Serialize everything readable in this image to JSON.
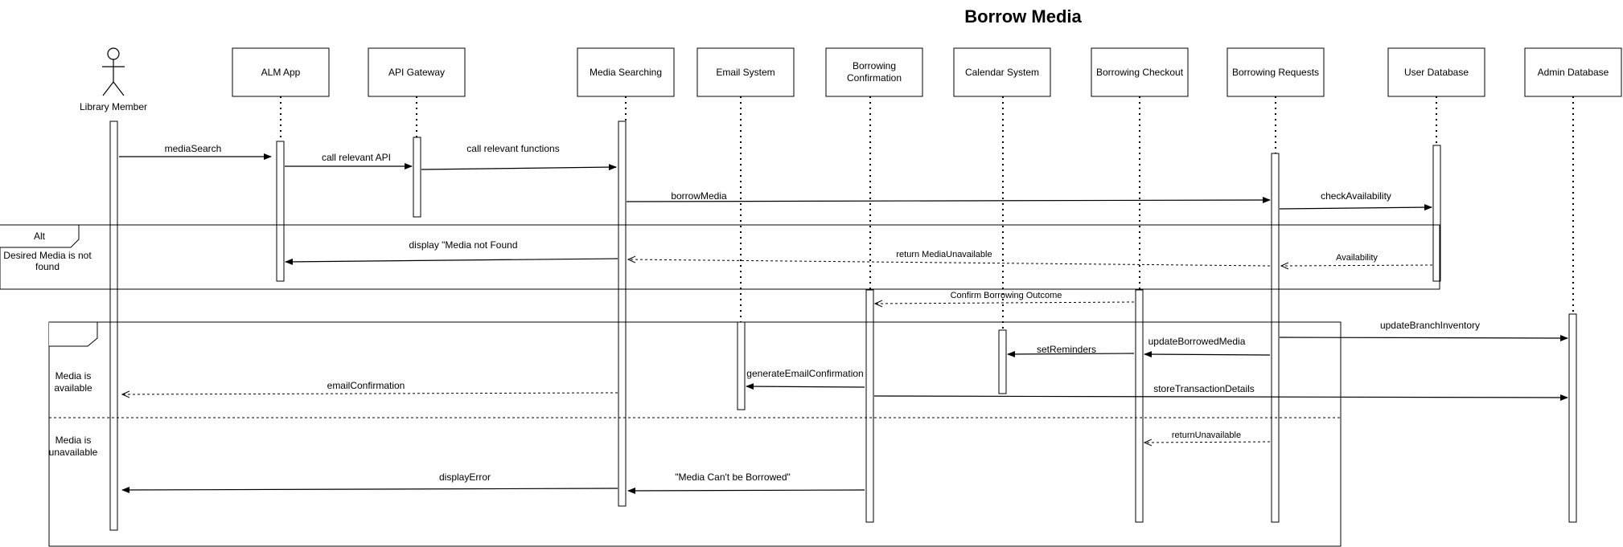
{
  "title": "Borrow Media",
  "actor": {
    "label": "Library Member"
  },
  "participants": {
    "alm_app": "ALM App",
    "api_gateway": "API Gateway",
    "media_searching": "Media Searching",
    "email_system": "Email System",
    "borrowing_confirmation_1": "Borrowing",
    "borrowing_confirmation_2": "Confirmation",
    "calendar_system": "Calendar System",
    "borrowing_checkout": "Borrowing Checkout",
    "borrowing_requests": "Borrowing Requests",
    "user_database": "User Database",
    "admin_database": "Admin Database"
  },
  "messages": {
    "media_search": "mediaSearch",
    "call_relevant_api": "call relevant API",
    "call_relevant_functions": "call relevant functions",
    "borrow_media": "borrowMedia",
    "check_availability": "checkAvailability",
    "display_not_found": "display \"Media not Found",
    "return_media_unavailable": "return MediaUnavailable",
    "availability": "Availability",
    "confirm_borrowing_outcome": "Confirm Borrowing Outcome",
    "update_branch_inventory": "updateBranchInventory",
    "update_borrowed_media": "updateBorrowedMedia",
    "set_reminders": "setReminders",
    "generate_email_confirmation": "generateEmailConfirmation",
    "email_confirmation": "emailConfirmation",
    "store_transaction_details": "storeTransactionDetails",
    "return_unavailable": "returnUnavailable",
    "display_error": "displayError",
    "media_cant_be_borrowed": "\"Media Can't be Borrowed\""
  },
  "frames": {
    "alt_operator": "Alt",
    "alt_guard_1": "Desired Media is not",
    "alt_guard_2": "found",
    "avail_guard_1": "Media is",
    "avail_guard_2": "available",
    "unavail_guard_1": "Media is",
    "unavail_guard_2": "unavailable"
  }
}
